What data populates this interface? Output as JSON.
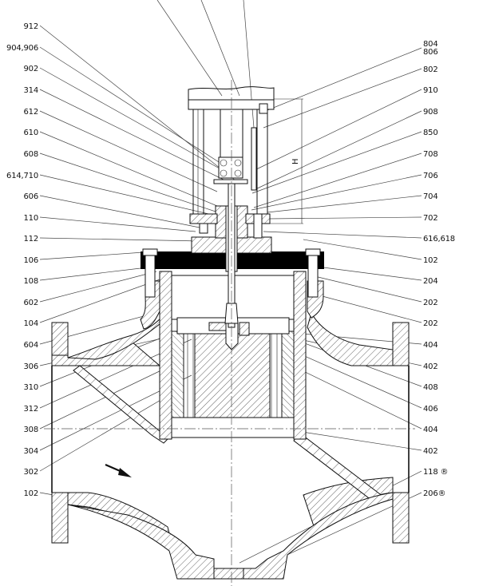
{
  "drawing": {
    "title": "Control valve cross-section with pneumatic actuator",
    "flow_arrow": "flow-direction-arrow",
    "actuator_dim_label": "H",
    "colors": {
      "line": "#111111",
      "leader": "#444444",
      "background": "#ffffff"
    }
  },
  "callouts_left": [
    {
      "id": "912"
    },
    {
      "id": "904,906"
    },
    {
      "id": "902"
    },
    {
      "id": "314"
    },
    {
      "id": "612"
    },
    {
      "id": "610"
    },
    {
      "id": "608"
    },
    {
      "id": "614,710"
    },
    {
      "id": "606"
    },
    {
      "id": "110"
    },
    {
      "id": "112"
    },
    {
      "id": "106"
    },
    {
      "id": "108"
    },
    {
      "id": "602"
    },
    {
      "id": "104"
    },
    {
      "id": "604"
    },
    {
      "id": "306"
    },
    {
      "id": "310"
    },
    {
      "id": "312"
    },
    {
      "id": "308"
    },
    {
      "id": "304"
    },
    {
      "id": "302"
    },
    {
      "id": "102"
    }
  ],
  "callouts_right": [
    {
      "id": "804"
    },
    {
      "id": "806"
    },
    {
      "id": "802"
    },
    {
      "id": "910"
    },
    {
      "id": "908"
    },
    {
      "id": "850"
    },
    {
      "id": "708"
    },
    {
      "id": "706"
    },
    {
      "id": "704"
    },
    {
      "id": "702"
    },
    {
      "id": "616,618"
    },
    {
      "id": "102"
    },
    {
      "id": "204"
    },
    {
      "id": "202"
    },
    {
      "id": "202"
    },
    {
      "id": "404"
    },
    {
      "id": "402"
    },
    {
      "id": "408"
    },
    {
      "id": "406"
    },
    {
      "id": "404"
    },
    {
      "id": "402"
    },
    {
      "id": "118 ®"
    },
    {
      "id": "206®"
    }
  ]
}
